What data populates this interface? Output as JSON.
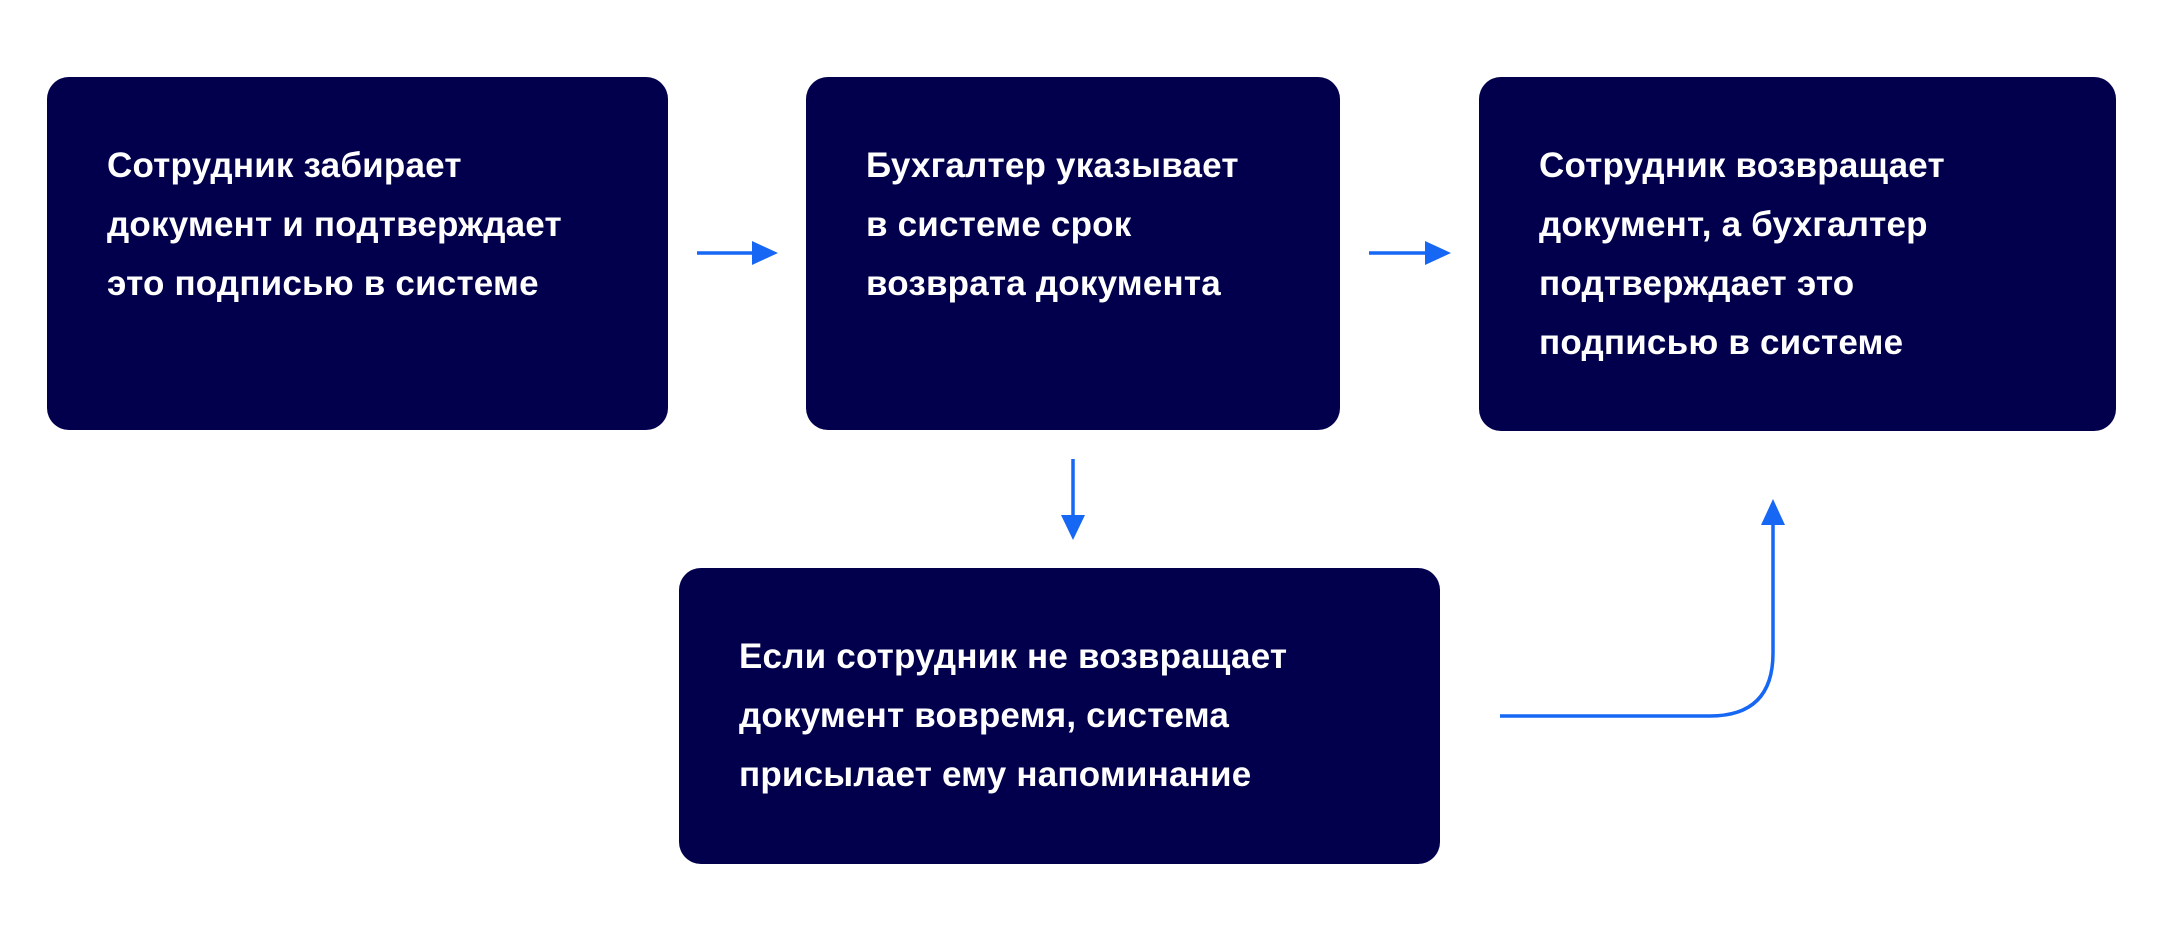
{
  "colors": {
    "box_fill": "#02004c",
    "box_text": "#ffffff",
    "arrow": "#1767f5",
    "background": "#ffffff"
  },
  "steps": [
    {
      "id": "box1",
      "text": "Сотрудник забирает\nдокумент и подтверждает\nэто подписью в системе"
    },
    {
      "id": "box2",
      "text": "Бухгалтер указывает\nв системе срок\nвозврата документа"
    },
    {
      "id": "box3",
      "text": "Сотрудник возвращает\nдокумент, а бухгалтер\nподтверждает это\nподписью в системе"
    },
    {
      "id": "box4",
      "text": "Если сотрудник не возвращает\nдокумент вовремя, система\nприсылает ему напоминание"
    }
  ],
  "connectors": [
    {
      "from": "box1",
      "to": "box2"
    },
    {
      "from": "box2",
      "to": "box3"
    },
    {
      "from": "box2",
      "to": "box4"
    },
    {
      "from": "box4",
      "to": "box3"
    }
  ]
}
